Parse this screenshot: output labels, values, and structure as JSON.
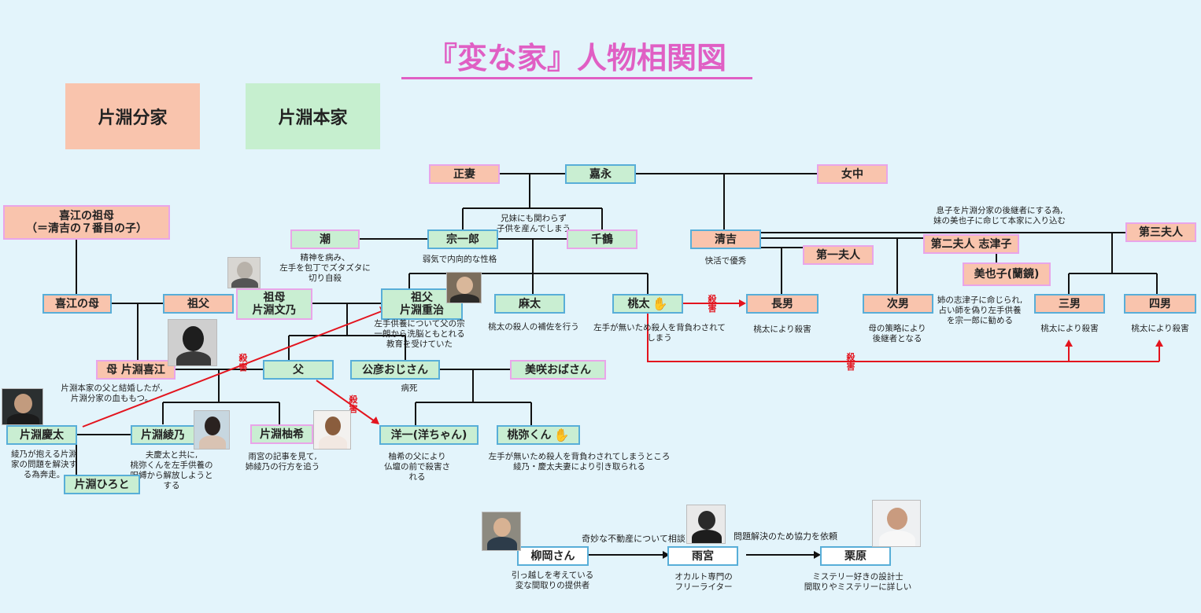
{
  "title": "『変な家』人物相関図",
  "legend": {
    "bunke": "片淵分家",
    "honke": "片淵本家"
  },
  "icons": {
    "hand": "✋",
    "hand_icon_name": "black-hand-icon"
  },
  "colors": {
    "background": "#e3f4fb",
    "bunke_fill": "#f9c4ad",
    "honke_fill": "#c9eed2",
    "border_pink": "#e9a5e9",
    "border_blue": "#58aed8",
    "title": "#e05fc4",
    "kill_arrow": "#e3141e"
  },
  "nodes": {
    "seisai": "正妻",
    "kaei": "嘉永",
    "jochu": "女中",
    "kie_sobo": "喜江の祖母\n（＝清吉の７番目の子）",
    "ushio": "潮",
    "soichiro": "宗一郎",
    "chizuru": "千鶴",
    "seikichi": "清吉",
    "daisan_fujin": "第三夫人",
    "daini_fujin": "第二夫人 志津子",
    "daiichi_fujin": "第一夫人",
    "miyako": "美也子(蘭鏡)",
    "kie_haha": "喜江の母",
    "sofu": "祖父",
    "sobo_fumino": "祖母\n片淵文乃",
    "sofu_shigeharu": "祖父\n片淵重治",
    "asata": "麻太",
    "momota": "桃太",
    "chonan": "長男",
    "jinan": "次男",
    "sannan": "三男",
    "yonnan": "四男",
    "haha_kie": "母 片淵喜江",
    "chichi": "父",
    "kimihiko": "公彦おじさん",
    "misaki": "美咲おばさん",
    "keita": "片淵慶太",
    "ayano": "片淵綾乃",
    "yuzuki": "片淵柚希",
    "yoichi": "洋一(洋ちゃん)",
    "momoya": "桃弥くん",
    "hiroto": "片淵ひろと",
    "yanaoka": "柳岡さん",
    "amamiya": "雨宮",
    "kurihara": "栗原"
  },
  "notes": {
    "kyodai": "兄妹にも関わらず\n子供を産んでしまう",
    "soichiro": "弱気で内向的な性格",
    "ushio": "精神を病み、\n左手を包丁でズタズタに\n切り自殺",
    "seikichi": "快活で優秀",
    "nikko": "息子を片淵分家の後継者にする為,\n妹の美也子に命じて本家に入り込む",
    "miyako": "姉の志津子に命じられ,\n占い師を偽り左手供養\nを宗一郎に勧める",
    "shigeharu": "左手供養について父の宗\n一朗から洗脳ともとれる\n教育を受けていた",
    "asata": "桃太の殺人の補佐を行う",
    "momota": "左手が無いため殺人を背負わされて\nしまう",
    "chonan": "桃太により殺害",
    "jinan": "母の策略により\n後継者となる",
    "sannan": "桃太により殺害",
    "yonnan": "桃太により殺害",
    "kie": "片淵本家の父と結婚したが,\n片淵分家の血ももつ。",
    "kimihiko": "病死",
    "keita": "綾乃が抱える片淵\n家の問題を解決す\nる為奔走。",
    "ayano": "夫慶太と共に,\n桃弥くんを左手供養の\n呪縛から解放しようと\nする",
    "yuzuki": "雨宮の記事を見て,\n姉綾乃の行方を追う",
    "yoichi": "柚希の父により\n仏壇の前で殺害さ\nれる",
    "momoya": "左手が無いため殺人を背負わされてしまうところ\n綾乃・慶太夫妻により引き取られる",
    "yanaoka": "引っ越しを考えている\n変な間取りの提供者",
    "amamiya": "オカルト専門の\nフリーライター",
    "kurihara": "ミステリー好きの設計士\n間取りやミステリーに詳しい",
    "soudan": "奇妙な不動産について相談",
    "irai": "問題解決のため協力を依頼"
  },
  "kill_label": "殺\n害"
}
